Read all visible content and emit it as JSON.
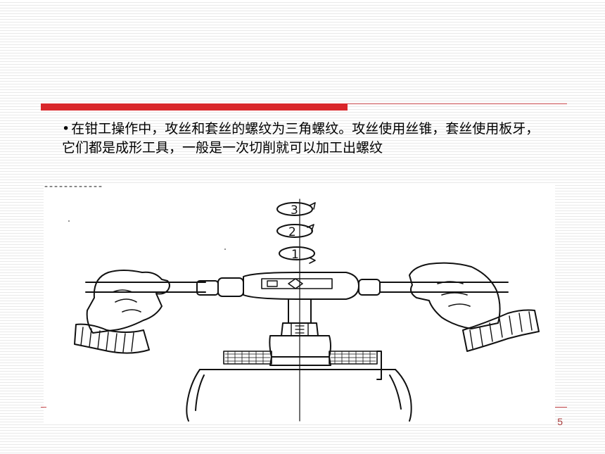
{
  "slide": {
    "bullet_symbol": "•",
    "body_text": "在钳工操作中，攻丝和套丝的螺纹为三角螺纹。攻丝使用丝锥，套丝使用板牙，它们都是成形工具，一般是一次切削就可以加工出螺纹",
    "page_number": "5",
    "colors": {
      "accent": "#d9262a",
      "accent_line": "#c8484c",
      "page_number": "#a83a3a"
    }
  },
  "figure": {
    "step_labels": [
      "3",
      "2",
      "1"
    ]
  }
}
